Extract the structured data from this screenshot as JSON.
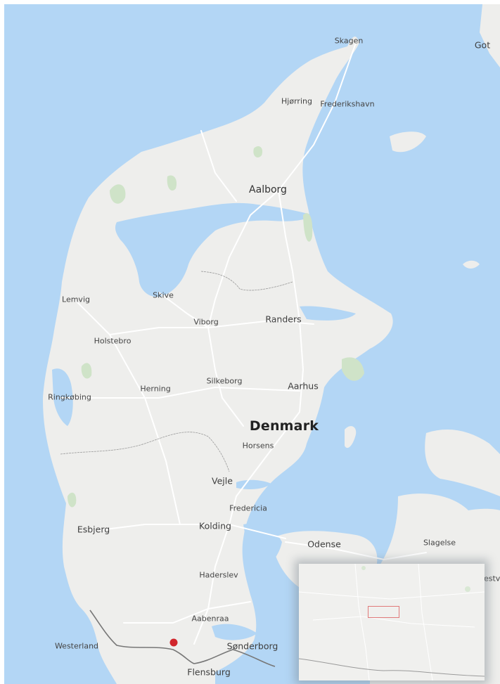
{
  "map": {
    "country_label": "Denmark",
    "colors": {
      "water": "#b3d6f5",
      "land": "#eeeeec",
      "park": "#cfe3c8",
      "road": "#ffffff",
      "border": "#9a9a9a",
      "marker": "#d0262c",
      "inset_highlight": "#e07a7a"
    },
    "places": [
      {
        "id": "skagen",
        "name": "Skagen",
        "size": "sm"
      },
      {
        "id": "got",
        "name": "Got",
        "size": "md"
      },
      {
        "id": "hjorring",
        "name": "Hjørring",
        "size": "sm"
      },
      {
        "id": "frederikshavn",
        "name": "Frederikshavn",
        "size": "sm"
      },
      {
        "id": "aalborg",
        "name": "Aalborg",
        "size": "lg"
      },
      {
        "id": "lemvig",
        "name": "Lemvig",
        "size": "sm"
      },
      {
        "id": "skive",
        "name": "Skive",
        "size": "sm"
      },
      {
        "id": "viborg",
        "name": "Viborg",
        "size": "sm"
      },
      {
        "id": "randers",
        "name": "Randers",
        "size": "md"
      },
      {
        "id": "holstebro",
        "name": "Holstebro",
        "size": "sm"
      },
      {
        "id": "silkeborg",
        "name": "Silkeborg",
        "size": "sm"
      },
      {
        "id": "herning",
        "name": "Herning",
        "size": "sm"
      },
      {
        "id": "aarhus",
        "name": "Aarhus",
        "size": "md"
      },
      {
        "id": "ringkobing",
        "name": "Ringkøbing",
        "size": "sm"
      },
      {
        "id": "horsens",
        "name": "Horsens",
        "size": "sm"
      },
      {
        "id": "vejle",
        "name": "Vejle",
        "size": "md"
      },
      {
        "id": "fredericia",
        "name": "Fredericia",
        "size": "sm"
      },
      {
        "id": "kolding",
        "name": "Kolding",
        "size": "md"
      },
      {
        "id": "esbjerg",
        "name": "Esbjerg",
        "size": "md"
      },
      {
        "id": "odense",
        "name": "Odense",
        "size": "md"
      },
      {
        "id": "slagelse",
        "name": "Slagelse",
        "size": "sm"
      },
      {
        "id": "naestved",
        "name": "æstve",
        "size": "sm"
      },
      {
        "id": "haderslev",
        "name": "Haderslev",
        "size": "sm"
      },
      {
        "id": "aabenraa",
        "name": "Aabenraa",
        "size": "sm"
      },
      {
        "id": "westerland",
        "name": "Westerland",
        "size": "sm"
      },
      {
        "id": "sonderborg",
        "name": "Sønderborg",
        "size": "md"
      },
      {
        "id": "flensburg",
        "name": "Flensburg",
        "size": "md"
      }
    ]
  }
}
